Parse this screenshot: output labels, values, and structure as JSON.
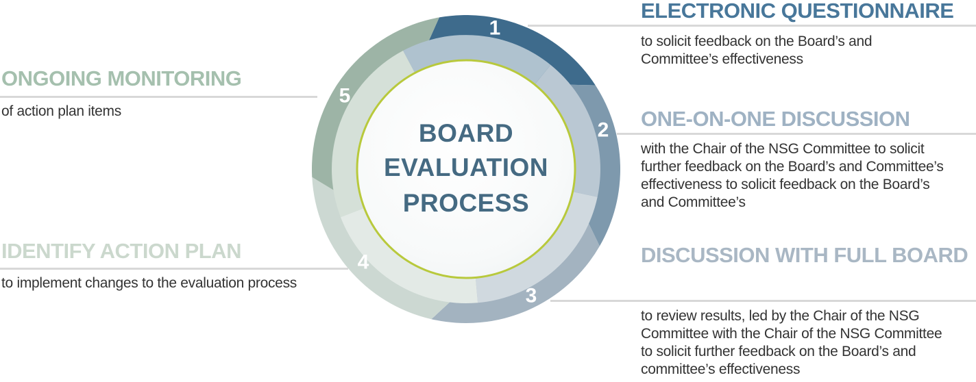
{
  "diagram_title": [
    "BOARD",
    "EVALUATION",
    "PROCESS"
  ],
  "steps": [
    {
      "number": "1",
      "heading": "ELECTRONIC QUESTIONNAIRE",
      "body": [
        "to solicit feedback on the Board’s and",
        "Committee’s effectiveness"
      ],
      "heading_color": "#48779a",
      "segment_color": "#3e6b8c",
      "segment_inner_color": "#afc2cf"
    },
    {
      "number": "2",
      "heading": "ONE-ON-ONE DISCUSSION",
      "body": [
        "with the Chair of the NSG Committee to solicit",
        "further feedback on the Board’s and Committee’s",
        "effectiveness to solicit feedback  on the Board’s",
        "and Committee’s"
      ],
      "heading_color": "#9fb2c3",
      "segment_color": "#7e99ad",
      "segment_inner_color": "#bac8d3"
    },
    {
      "number": "3",
      "heading": "DISCUSSION WITH FULL BOARD",
      "body": [
        "to review results, led by the Chair of the NSG",
        "Committee with the Chair of the NSG Committee",
        "to solicit further feedback on the Board’s and",
        "committee’s effectiveness"
      ],
      "heading_color": "#a9b7c4",
      "segment_color": "#a3b3c0",
      "segment_inner_color": "#d0d9df"
    },
    {
      "number": "4",
      "heading": "IDENTIFY ACTION PLAN",
      "body": [
        "to implement changes to the evaluation process"
      ],
      "heading_color": "#cbd8cd",
      "segment_color": "#ccd8d2",
      "segment_inner_color": "#e3eae6"
    },
    {
      "number": "5",
      "heading": "ONGOING MONITORING",
      "body": [
        "of action plan items"
      ],
      "heading_color": "#a5c0ae",
      "segment_color": "#9db4a6",
      "segment_inner_color": "#d5e0d8"
    }
  ],
  "colors": {
    "center_text": "#456a82",
    "ring_accent": "#b8c93c",
    "body_text": "#333333",
    "leader_line": "#d8d8d8",
    "center_fill": "#ffffff"
  }
}
